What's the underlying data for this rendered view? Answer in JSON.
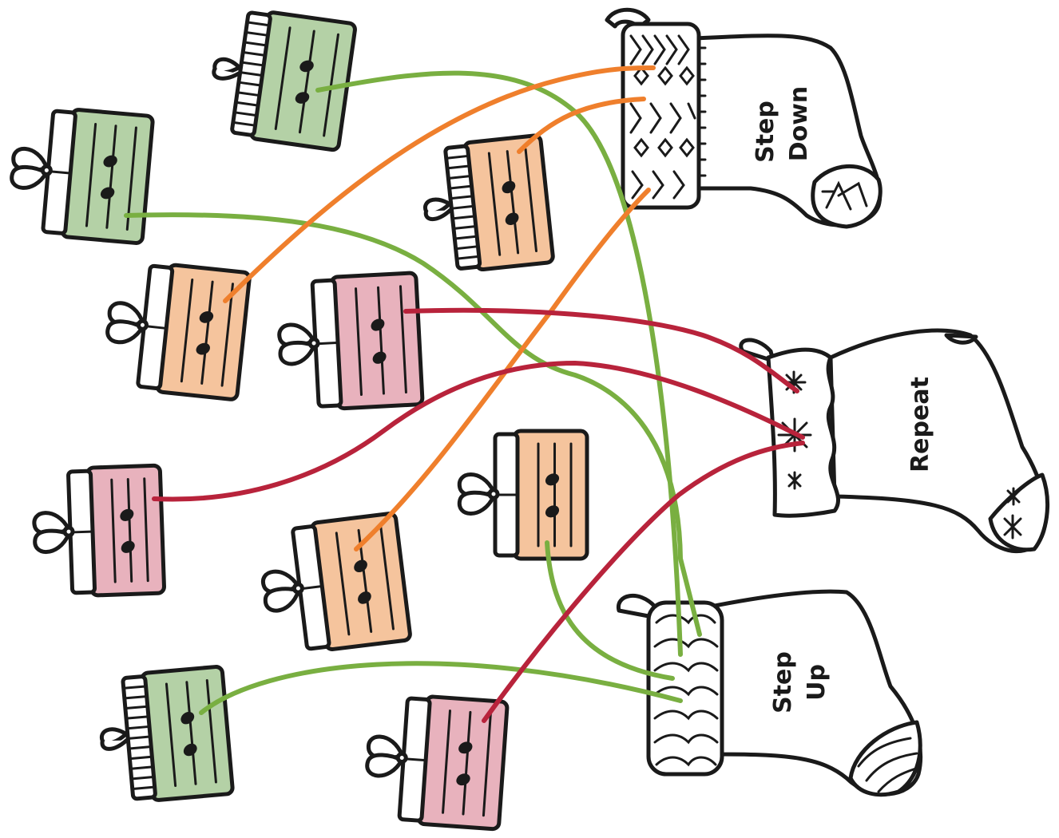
{
  "colors": {
    "green_gift": "#b4d1a6",
    "orange_gift": "#f5c49d",
    "pink_gift": "#e8b2bd",
    "green_wire": "#79af41",
    "orange_wire": "#ef7f2c",
    "red_wire": "#b8233b",
    "ink": "#1a1a1a"
  },
  "stockings": {
    "step_down": {
      "line1": "Step",
      "line2": "Down"
    },
    "repeat": {
      "line1": "Repeat"
    },
    "step_up": {
      "line1": "Step",
      "line2": "Up"
    }
  },
  "gifts": [
    {
      "id": "g1",
      "color": "green",
      "interval": "step up"
    },
    {
      "id": "g2",
      "color": "green",
      "interval": "step up"
    },
    {
      "id": "g3",
      "color": "orange",
      "interval": "step down"
    },
    {
      "id": "g4",
      "color": "orange",
      "interval": "step down"
    },
    {
      "id": "g5",
      "color": "pink",
      "interval": "repeat"
    },
    {
      "id": "g6",
      "color": "pink",
      "interval": "repeat"
    },
    {
      "id": "g7",
      "color": "orange",
      "interval": "step down"
    },
    {
      "id": "g8",
      "color": "orange",
      "interval": "step up"
    },
    {
      "id": "g9",
      "color": "green",
      "interval": "step up"
    },
    {
      "id": "g10",
      "color": "pink",
      "interval": "repeat"
    }
  ]
}
